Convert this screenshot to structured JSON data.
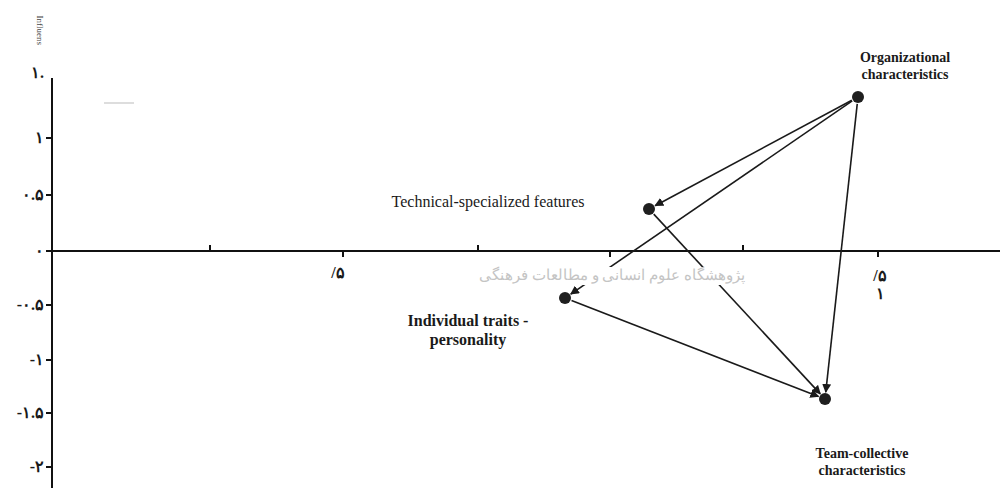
{
  "diagram": {
    "nodes": [
      {
        "text": [
          "Organizational characteristics"
        ]
      },
      {
        "text": [
          "Technical-specialized features"
        ]
      },
      {
        "text": [
          "Individual traits - personality"
        ]
      },
      {
        "text": [
          "Team-collective characteristics"
        ]
      }
    ],
    "edges": [
      {
        "from": 0,
        "to": 1,
        "arrow": "to"
      },
      {
        "from": 0,
        "to": 2,
        "arrow": "to"
      },
      {
        "from": 0,
        "to": 3,
        "arrow": "to"
      },
      {
        "from": 1,
        "to": 3,
        "arrow": "to"
      },
      {
        "from": 2,
        "to": 3,
        "arrow": "to"
      }
    ],
    "labels": [
      "Influens",
      "۱.",
      "۱",
      "۰.۵",
      "۰",
      "-۰.۵",
      "-۱",
      "-۱.۵",
      "-۲",
      "/۵",
      "۱",
      "/۵ ۱",
      "پژوهشگاه علوم انسانی و مطالعات فرهنگی"
    ]
  }
}
